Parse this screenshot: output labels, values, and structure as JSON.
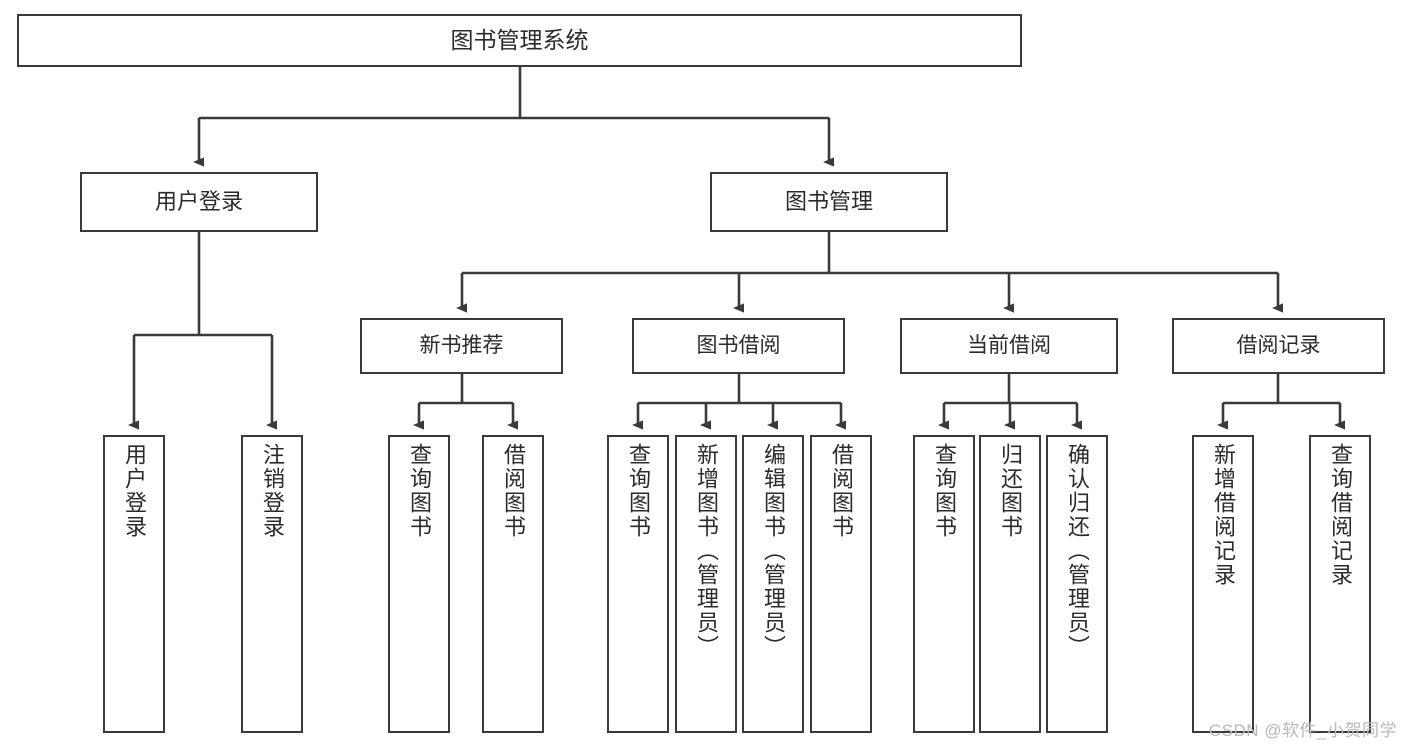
{
  "diagram": {
    "title": "图书管理系统",
    "type": "tree-hierarchy-chart",
    "watermark": "CSDN @软件_小贺同学",
    "colors": {
      "box_stroke": "#3a3a3a",
      "box_fill": "#ffffff",
      "edge_stroke": "#3a3a3a",
      "text": "#2b2b2b",
      "watermark": "#b9b9b9",
      "background": "#ffffff"
    },
    "root": {
      "label": "图书管理系统"
    },
    "level1": [
      {
        "label": "用户登录"
      },
      {
        "label": "图书管理"
      }
    ],
    "level2": [
      {
        "label": "新书推荐"
      },
      {
        "label": "图书借阅"
      },
      {
        "label": "当前借阅"
      },
      {
        "label": "借阅记录"
      }
    ],
    "leaves": {
      "user_login": [
        {
          "label": "用户登录"
        },
        {
          "label": "注销登录"
        }
      ],
      "new_book_recommend": [
        {
          "label": "查询图书"
        },
        {
          "label": "借阅图书"
        }
      ],
      "book_borrow": [
        {
          "label": "查询图书"
        },
        {
          "label": "新增图书（管理员）"
        },
        {
          "label": "编辑图书（管理员）"
        },
        {
          "label": "借阅图书"
        }
      ],
      "current_borrow": [
        {
          "label": "查询图书"
        },
        {
          "label": "归还图书"
        },
        {
          "label": "确认归还（管理员）"
        }
      ],
      "borrow_record": [
        {
          "label": "新增借阅记录"
        },
        {
          "label": "查询借阅记录"
        }
      ]
    }
  }
}
